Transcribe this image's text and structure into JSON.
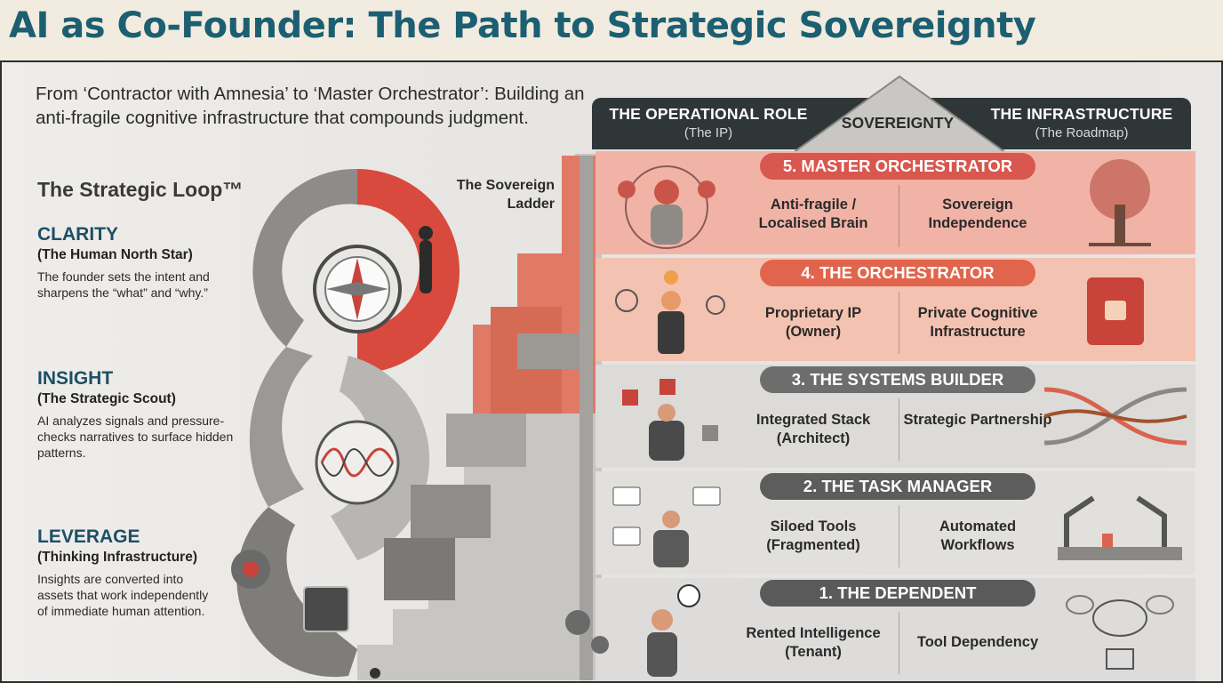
{
  "title": "AI as Co-Founder: The Path to Strategic Sovereignty",
  "subtitle": "From ‘Contractor with Amnesia’ to ‘Master Orchestrator’: Building an anti-fragile cognitive infrastructure that compounds judgment.",
  "loop": {
    "title": "The Strategic Loop™",
    "stages": [
      {
        "heading": "CLARITY",
        "sub": "(The Human North Star)",
        "desc": "The founder sets the intent and sharpens the “what” and “why.”"
      },
      {
        "heading": "INSIGHT",
        "sub": "(The Strategic Scout)",
        "desc": "AI analyzes signals and pressure-checks narratives to surface hidden patterns."
      },
      {
        "heading": "LEVERAGE",
        "sub": "(Thinking Infrastructure)",
        "desc": "Insights are converted into assets that work independently of immediate human attention."
      }
    ]
  },
  "ladder_label": "The Sovereign Ladder",
  "header": {
    "left_title": "THE OPERATIONAL ROLE",
    "left_sub": "(The IP)",
    "center": "SOVEREIGNTY",
    "right_title": "THE INFRASTRUCTURE",
    "right_sub": "(The Roadmap)"
  },
  "levels": [
    {
      "name": "5. MASTER ORCHESTRATOR",
      "left": "Anti-fragile / Localised Brain",
      "right": "Sovereign Independence",
      "color": "#d8574e",
      "bg": "#f1b3a6"
    },
    {
      "name": "4. THE ORCHESTRATOR",
      "left": "Proprietary IP (Owner)",
      "right": "Private Cognitive Infrastructure",
      "color": "#e0654c",
      "bg": "#f4c2b0"
    },
    {
      "name": "3. THE SYSTEMS BUILDER",
      "left": "Integrated Stack (Architect)",
      "right": "Strategic Partnership",
      "color": "#6d6d6d",
      "bg": "#dcdbd8"
    },
    {
      "name": "2. THE TASK MANAGER",
      "left": "Siloed Tools (Fragmented)",
      "right": "Automated Workflows",
      "color": "#5d5d5d",
      "bg": "#e1e0dd"
    },
    {
      "name": "1. THE DEPENDENT",
      "left": "Rented Intelligence (Tenant)",
      "right": "Tool Dependency",
      "color": "#5a5a5a",
      "bg": "#dddcda"
    }
  ]
}
